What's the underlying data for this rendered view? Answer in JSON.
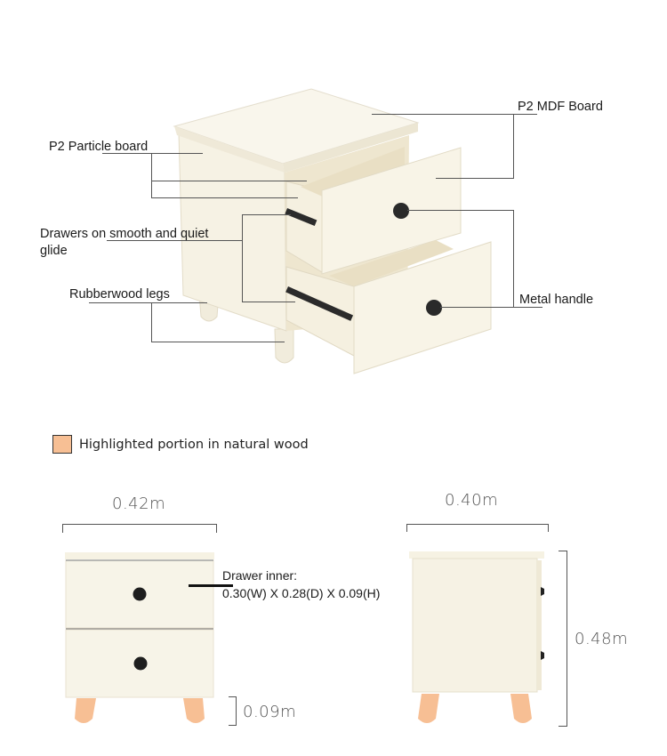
{
  "colors": {
    "cabinet": "#f7f3e6",
    "cabinet_shade": "#ebe5d2",
    "cabinet_inner": "#efe6cf",
    "natural_wood": "#f7bf94",
    "knob": "#2a2a2a",
    "leader_line": "#555555"
  },
  "callouts": {
    "mdf_board": "P2 MDF Board",
    "particle_board": "P2 Particle board",
    "drawer_glide_line1": "Drawers on smooth and quiet",
    "drawer_glide_line2": "glide",
    "legs": "Rubberwood legs",
    "handle": "Metal handle"
  },
  "legend": {
    "swatch_icon": "natural-wood-swatch",
    "text": "Highlighted portion in natural wood"
  },
  "front_view": {
    "width": "0.42m",
    "leg_height": "0.09m",
    "drawer_inner_title": "Drawer inner:",
    "drawer_inner_dims": "0.30(W) X 0.28(D) X 0.09(H)"
  },
  "side_view": {
    "depth": "0.40m",
    "height": "0.48m"
  }
}
